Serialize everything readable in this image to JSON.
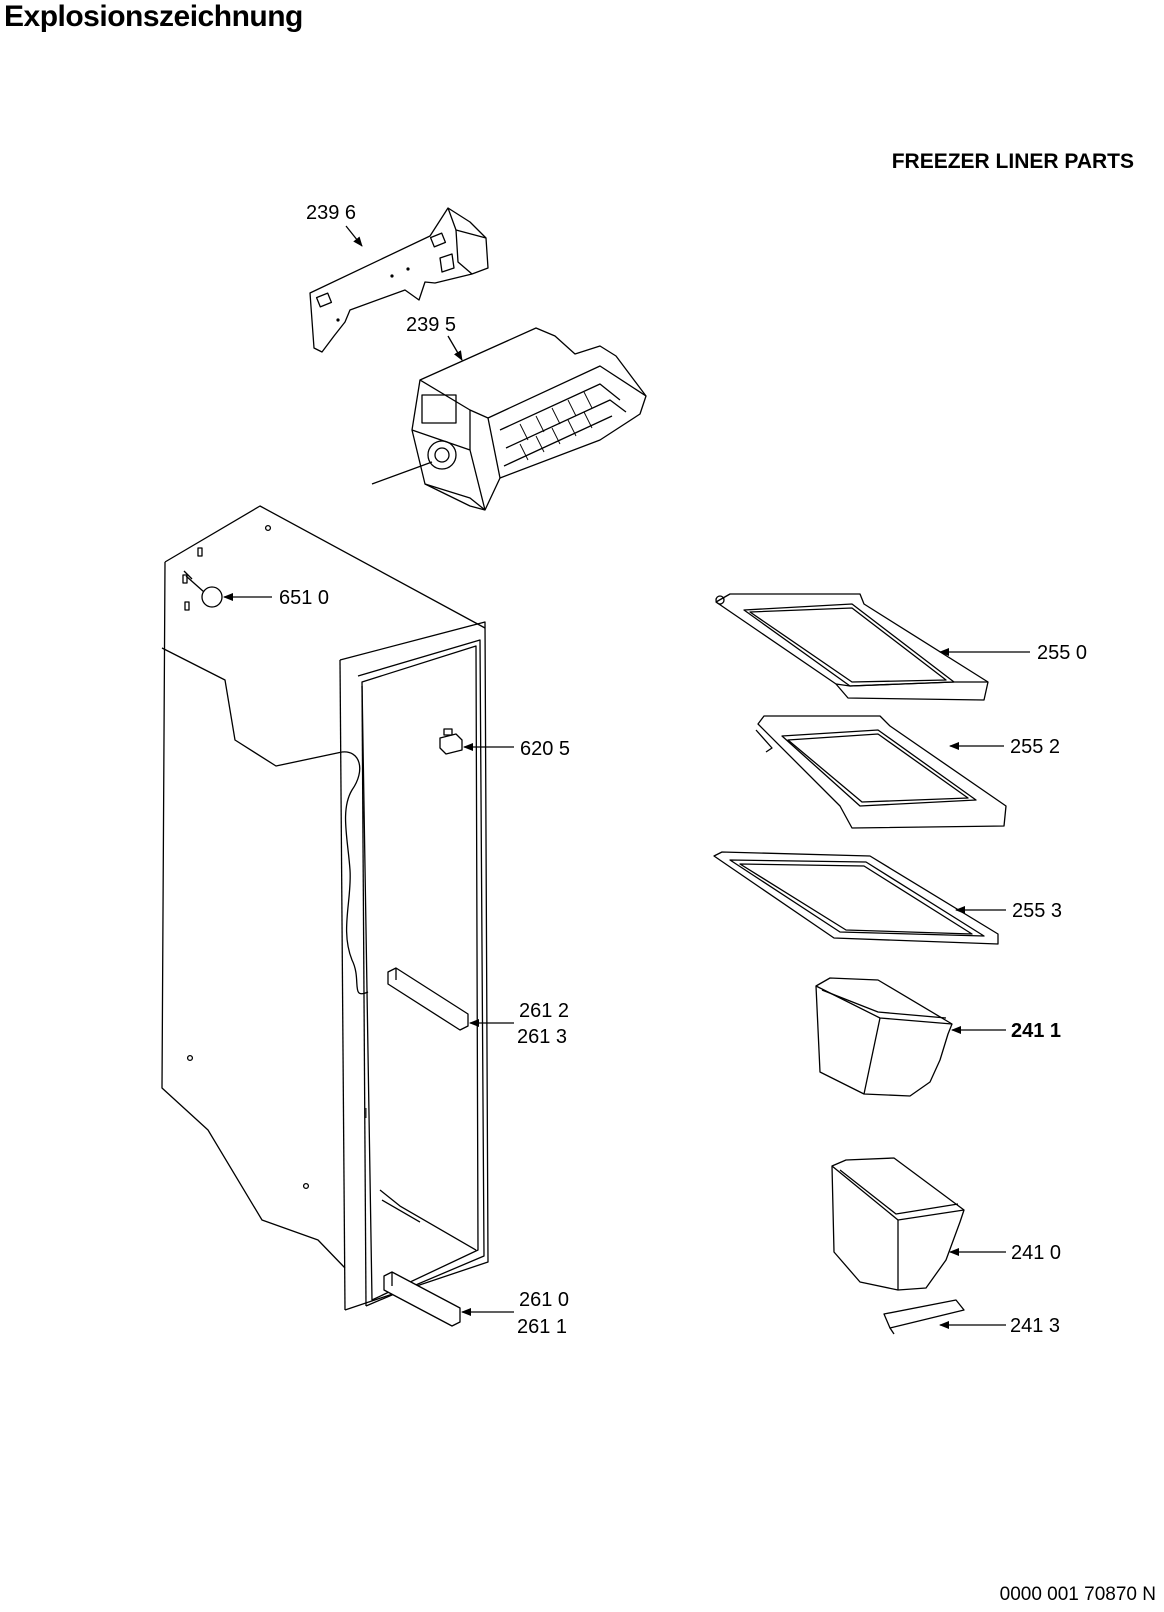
{
  "header": {
    "title": "Explosionszeichnung"
  },
  "section": {
    "title": "FREEZER LINER PARTS"
  },
  "footer": {
    "code": "0000 001 70870 N"
  },
  "callouts": [
    {
      "id": "c2396",
      "label": "239 6"
    },
    {
      "id": "c2395",
      "label": "239 5"
    },
    {
      "id": "c6510",
      "label": "651 0"
    },
    {
      "id": "c6205",
      "label": "620 5"
    },
    {
      "id": "c2612",
      "label": "261 2"
    },
    {
      "id": "c2613",
      "label": "261 3"
    },
    {
      "id": "c2610",
      "label": "261 0"
    },
    {
      "id": "c2611",
      "label": "261 1"
    },
    {
      "id": "c2550",
      "label": "255 0"
    },
    {
      "id": "c2552",
      "label": "255 2"
    },
    {
      "id": "c2553",
      "label": "255 3"
    },
    {
      "id": "c2411",
      "label": "241 1"
    },
    {
      "id": "c2410",
      "label": "241 0"
    },
    {
      "id": "c2413",
      "label": "241 3"
    }
  ]
}
